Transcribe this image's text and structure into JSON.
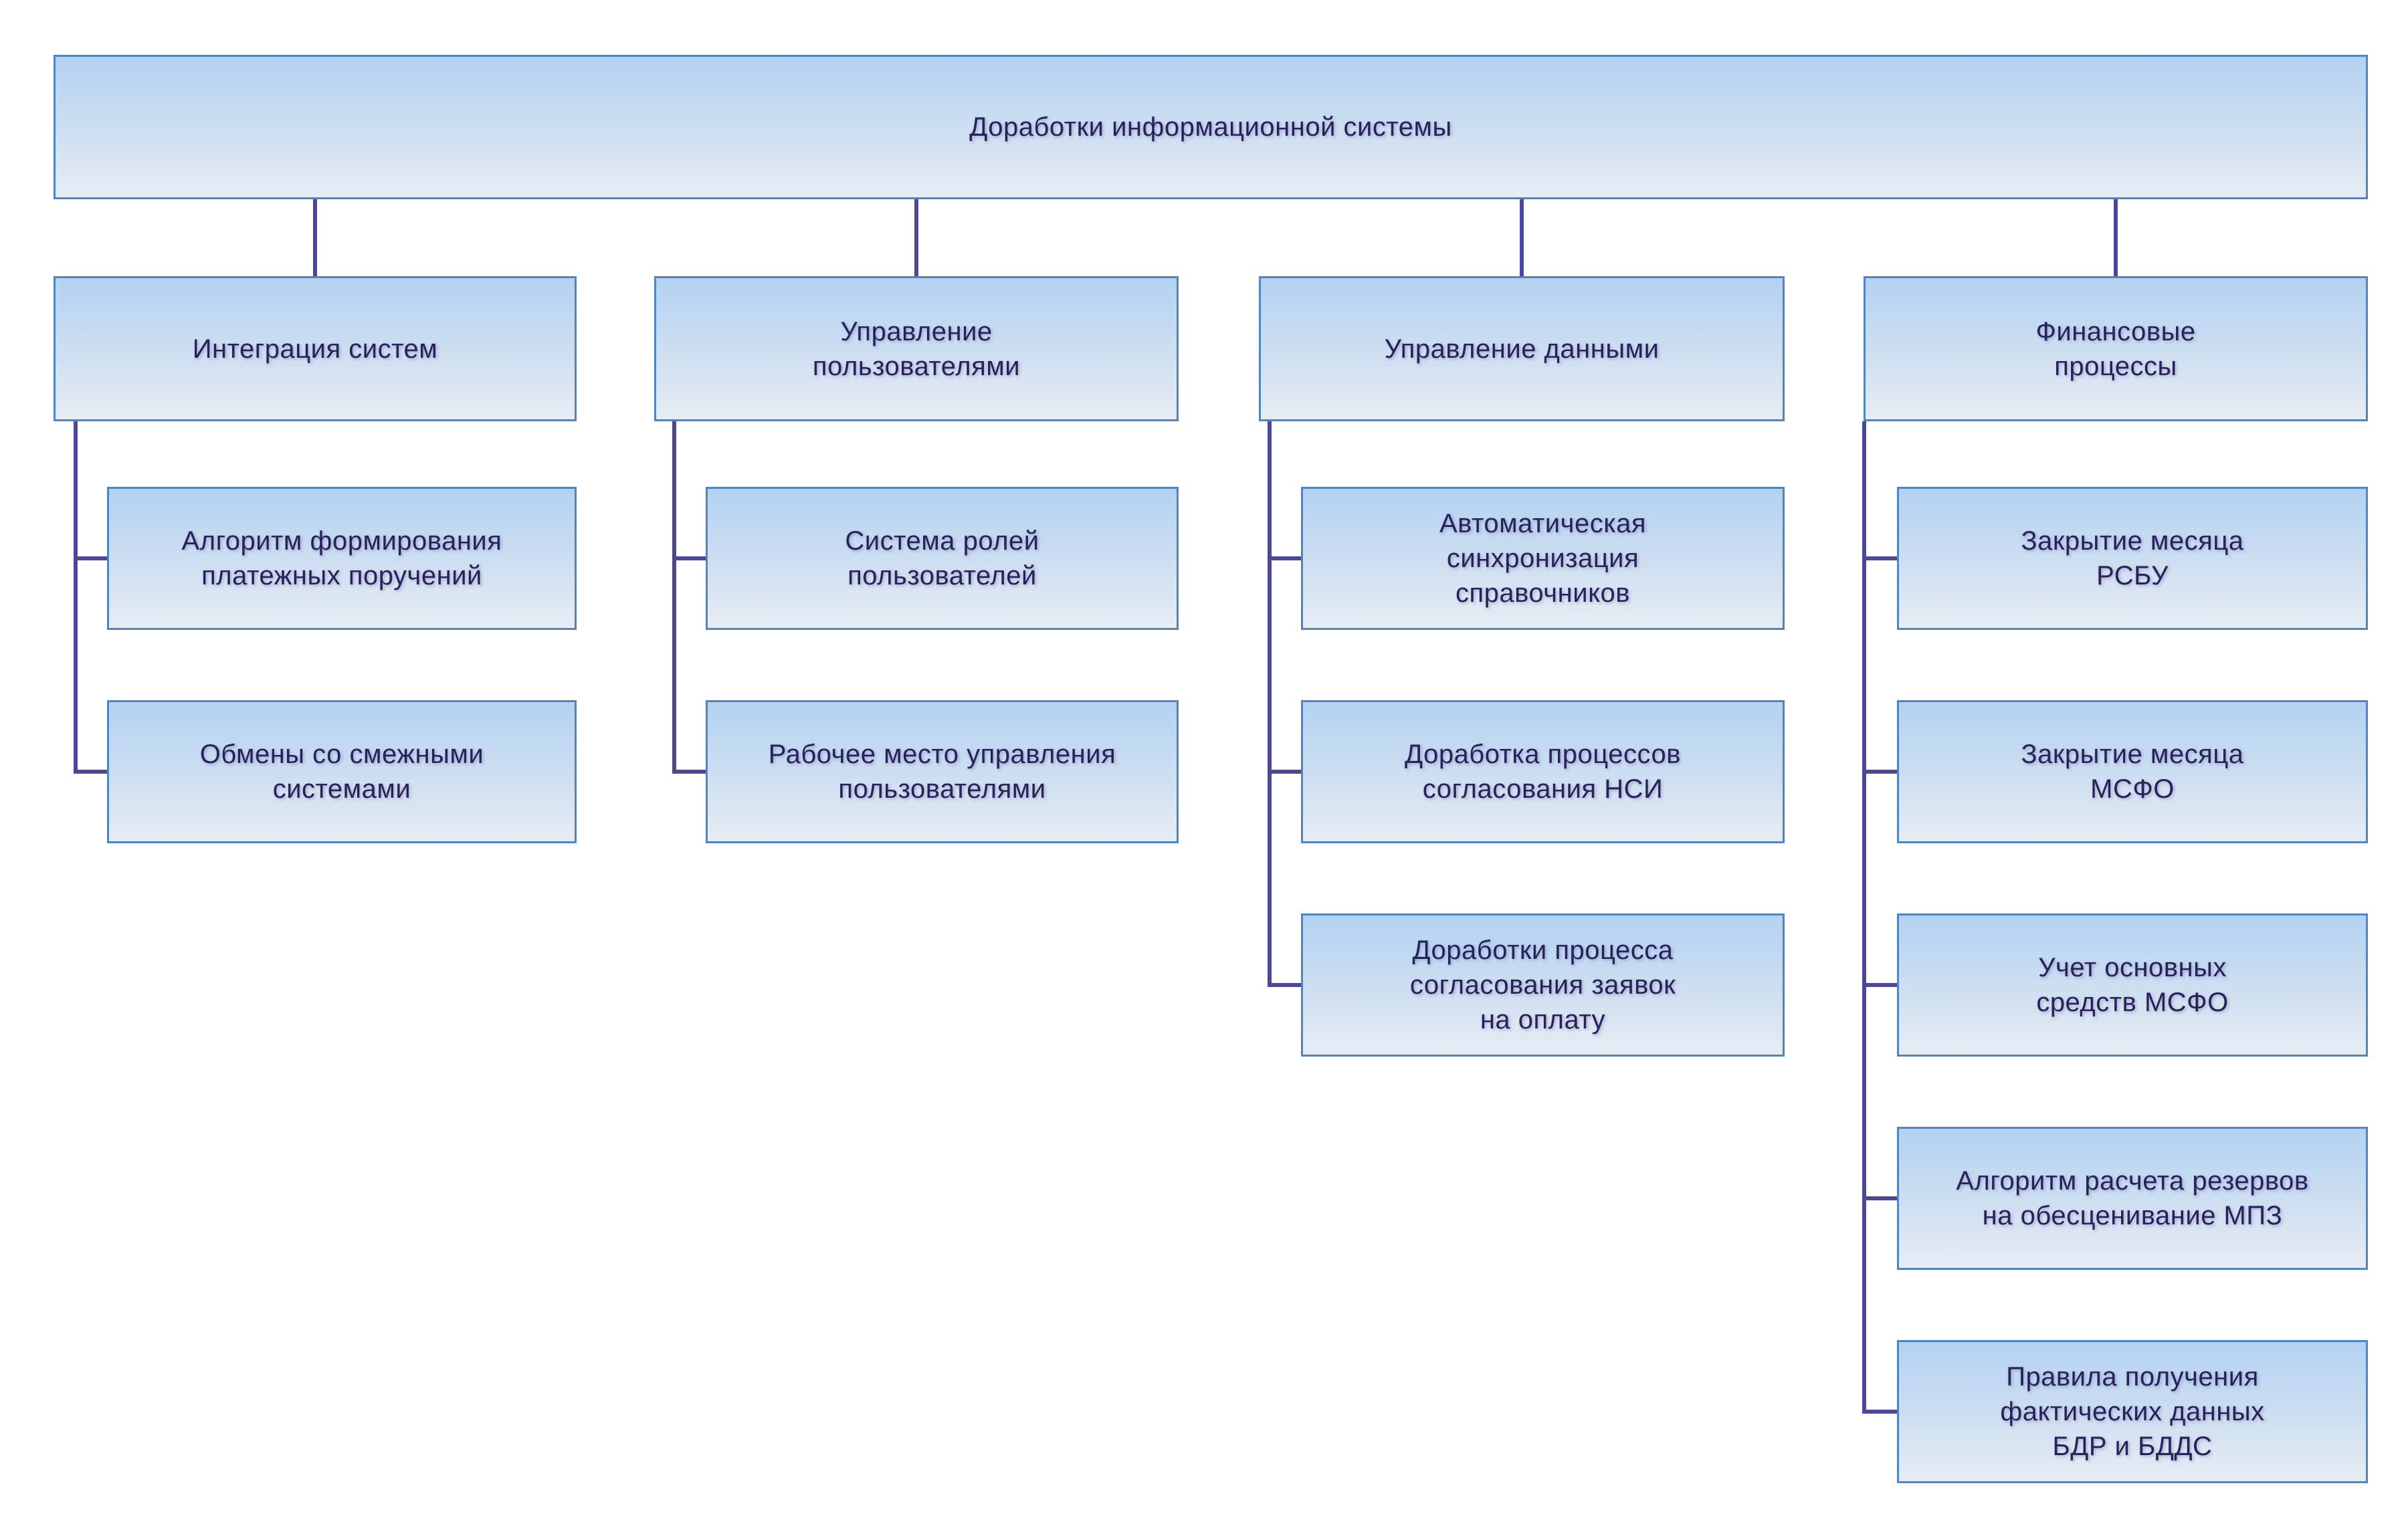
{
  "diagram": {
    "root": {
      "label": "Доработки информационной системы"
    },
    "branches": [
      {
        "label": "Интеграция систем",
        "children": [
          {
            "label": "Алгоритм формирования\nплатежных поручений"
          },
          {
            "label": "Обмены со смежными\nсистемами"
          }
        ]
      },
      {
        "label": "Управление\nпользователями",
        "children": [
          {
            "label": "Система ролей\nпользователей"
          },
          {
            "label": "Рабочее место управления\nпользователями"
          }
        ]
      },
      {
        "label": "Управление данными",
        "children": [
          {
            "label": "Автоматическая\nсинхронизация\nсправочников"
          },
          {
            "label": "Доработка процессов\nсогласования НСИ"
          },
          {
            "label": "Доработки процесса\nсогласования заявок\nна оплату"
          }
        ]
      },
      {
        "label": "Финансовые\nпроцессы",
        "children": [
          {
            "label": "Закрытие месяца\nРСБУ"
          },
          {
            "label": "Закрытие месяца\nМСФО"
          },
          {
            "label": "Учет основных\nсредств МСФО"
          },
          {
            "label": "Алгоритм расчета резервов\nна обесценивание МПЗ"
          },
          {
            "label": "Правила получения\nфактических данных\nБДР и БДДС"
          }
        ]
      }
    ],
    "colors": {
      "box_border": "#4e86c4",
      "box_fill_top": "#b3d2f2",
      "box_fill_bottom": "#e7edf4",
      "connector": "#4c4899",
      "text": "#28215c",
      "background": "#ffffff"
    }
  }
}
